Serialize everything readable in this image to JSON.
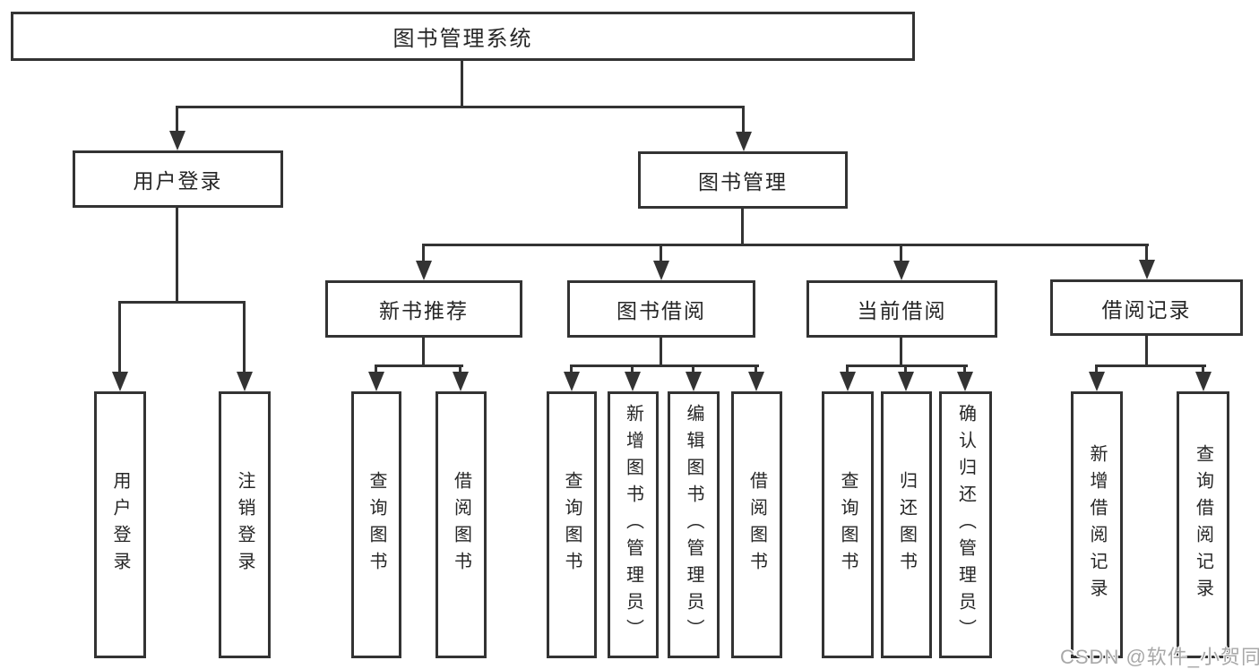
{
  "diagram": {
    "root": {
      "label": "图书管理系统"
    },
    "user_login": {
      "label": "用户登录",
      "children": {
        "login": "用户登录",
        "logout": "注销登录"
      }
    },
    "book_management": {
      "label": "图书管理",
      "new_books": {
        "label": "新书推荐",
        "children": {
          "query": "查询图书",
          "borrow": "借阅图书"
        }
      },
      "borrowing": {
        "label": "图书借阅",
        "children": {
          "query": "查询图书",
          "add": "新增图书（管理员）",
          "edit": "编辑图书（管理员）",
          "borrow": "借阅图书"
        }
      },
      "current": {
        "label": "当前借阅",
        "children": {
          "query": "查询图书",
          "return": "归还图书",
          "confirm": "确认归还（管理员）"
        }
      },
      "records": {
        "label": "借阅记录",
        "children": {
          "add": "新增借阅记录",
          "query": "查询借阅记录"
        }
      }
    }
  },
  "watermark": {
    "text": "CSDN @软件_小贺同学"
  },
  "colors": {
    "line": "#333333",
    "box_border": "#333333",
    "text": "#262626",
    "watermark_text": "#a8a8a8",
    "background": "#ffffff"
  }
}
